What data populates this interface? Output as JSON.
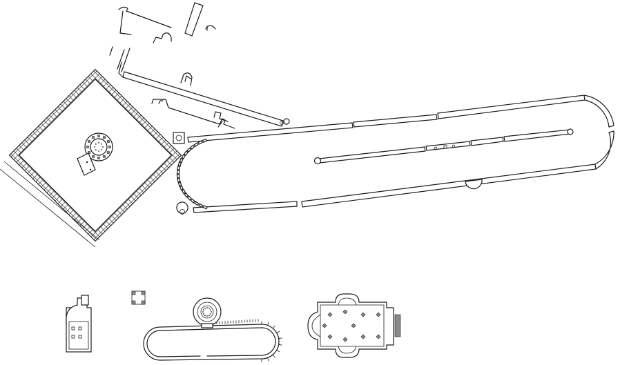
{
  "figure": {
    "kind": "architectural site plan",
    "background": "#ffffff",
    "line_color": "#1a1a1a",
    "hatch_color": "#555555",
    "fill_grey": "#8a8a8a"
  },
  "components": [
    "hippodrome-track",
    "hippodrome-spina",
    "sphendone",
    "carceres",
    "palace-complex",
    "mausoleum-in-square-enclosure",
    "apsed-hall",
    "small-tetrapylon",
    "rotunda-with-oval-arcade",
    "cross-domed-church"
  ]
}
